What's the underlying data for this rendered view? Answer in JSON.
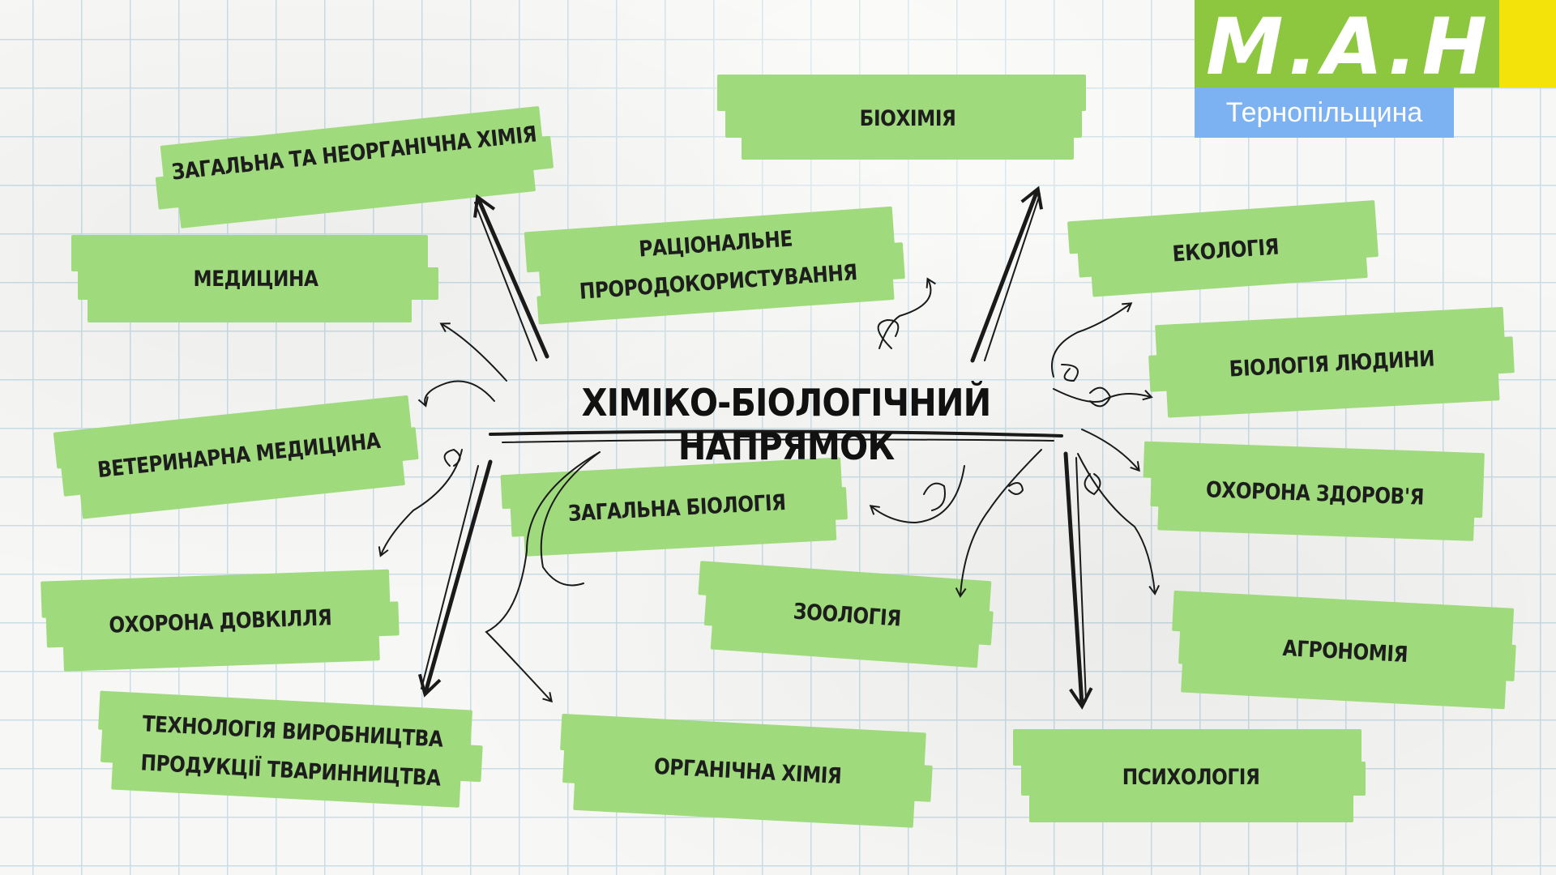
{
  "title": "ХІМІКО-БІОЛОГІЧНИЙ НАПРЯМОК",
  "logo": {
    "letters": "М.А.Н",
    "region": "Тернопільщина",
    "colors": {
      "green": "#8dc63f",
      "yellow": "#f4e20b",
      "blue": "#7cb2f1"
    }
  },
  "nodes": {
    "general_inorganic_chem": "ЗАГАЛЬНА ТА НЕОРГАНІЧНА ХІМІЯ",
    "biochemistry": "БІОХІМІЯ",
    "rational_nature_use_1": "РАЦІОНАЛЬНЕ",
    "rational_nature_use_2": "ПРОРОДОКОРИСТУВАННЯ",
    "medicine": "МЕДИЦИНА",
    "ecology": "ЕКОЛОГІЯ",
    "human_biology": "БІОЛОГІЯ ЛЮДИНИ",
    "veterinary": "ВЕТЕРИНАРНА МЕДИЦИНА",
    "health_protection": "ОХОРОНА ЗДОРОВ'Я",
    "general_biology": "ЗАГАЛЬНА БІОЛОГІЯ",
    "zoology": "ЗООЛОГІЯ",
    "environment_protection": "ОХОРОНА ДОВКІЛЛЯ",
    "agronomy": "АГРОНОМІЯ",
    "livestock_tech_1": "ТЕХНОЛОГІЯ ВИРОБНИЦТВА",
    "livestock_tech_2": "ПРОДУКЦІЇ ТВАРИННИЦТВА",
    "organic_chem": "ОРГАНІЧНА ХІМІЯ",
    "psychology": "ПСИХОЛОГІЯ"
  },
  "colors": {
    "tape": "#9fda7c",
    "ink": "#1d1d1d",
    "grid": "#c9dde6"
  }
}
